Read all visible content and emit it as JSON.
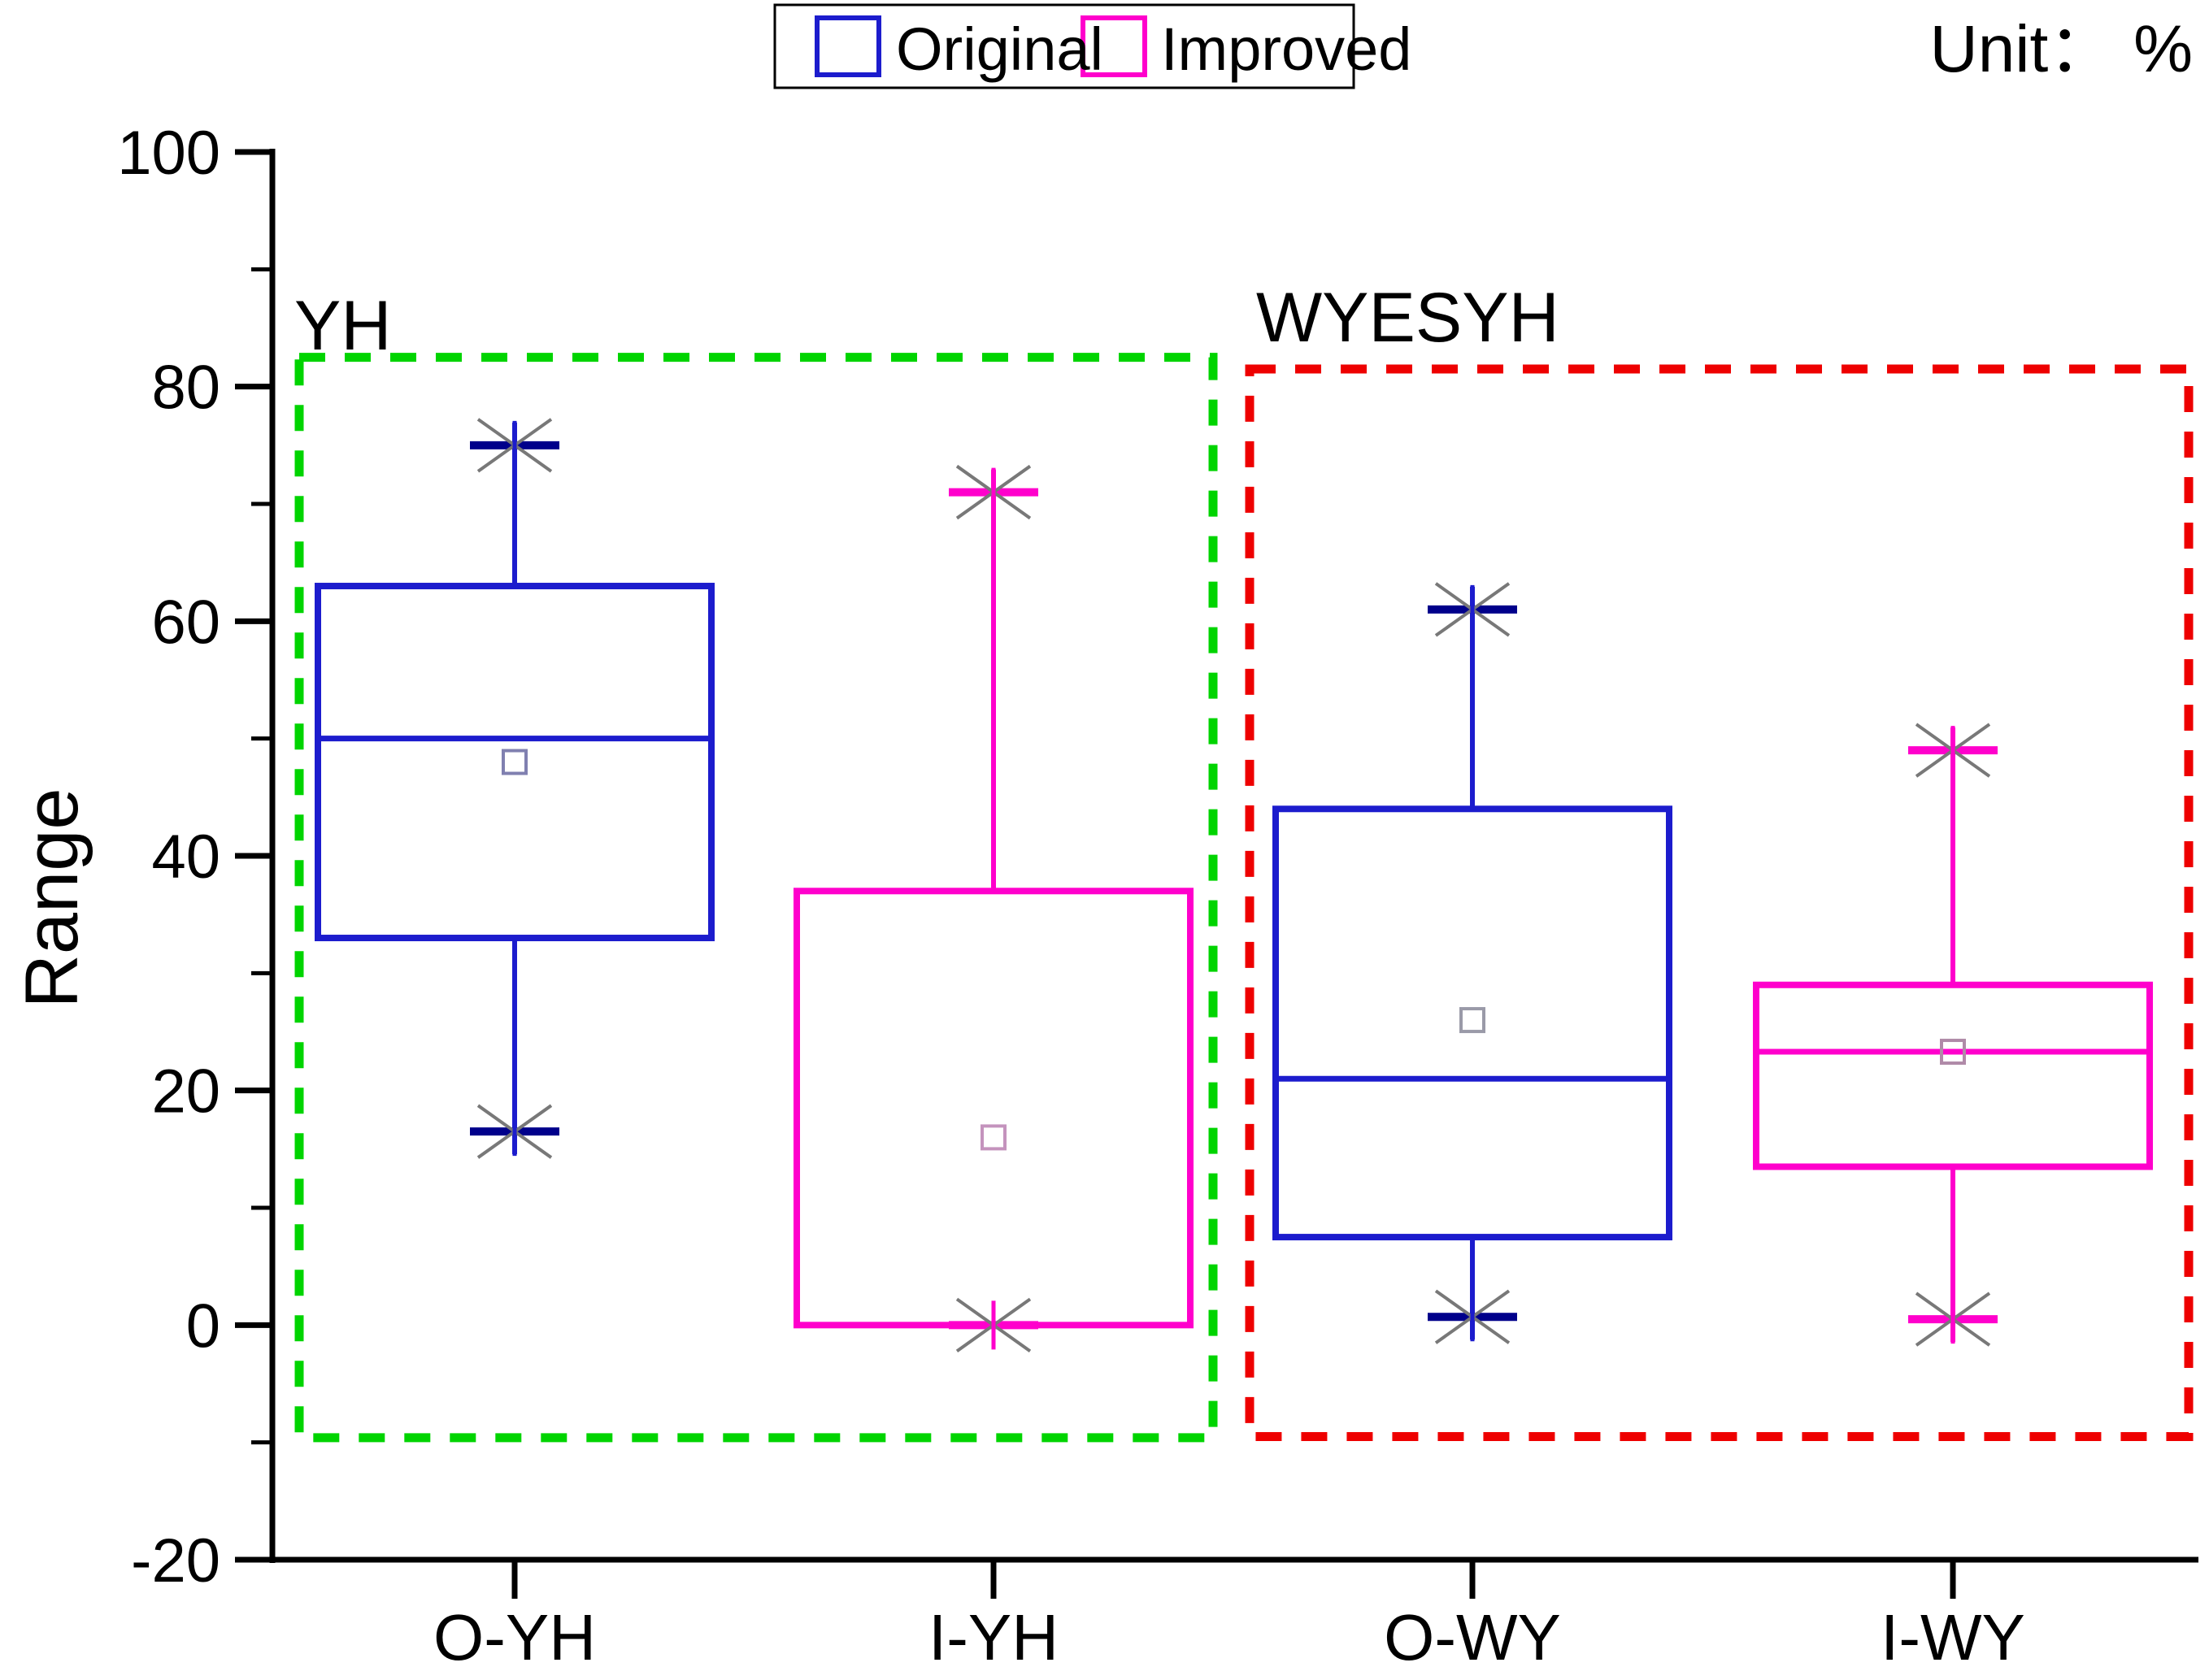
{
  "figure": {
    "unit_label": "Unit： %",
    "ylabel": "Range"
  },
  "chart_data": {
    "type": "boxplot",
    "title": "",
    "ylabel": "Range",
    "unit_label": "Unit： %",
    "ylim": [
      -20,
      100
    ],
    "yticks_major": [
      100,
      80,
      60,
      40,
      20,
      0,
      -20
    ],
    "yticks_minor": [
      90,
      70,
      50,
      30,
      10,
      -10
    ],
    "grid": false,
    "categories": [
      "O-YH",
      "I-YH",
      "O-WY",
      "I-WY"
    ],
    "legend": {
      "position": "top-center",
      "entries": [
        {
          "label": "Original",
          "color": "#1c1ccd"
        },
        {
          "label": "Improved",
          "color": "#ff00cc"
        }
      ]
    },
    "series": [
      {
        "category": "O-YH",
        "legend": "Original",
        "color": "#1c1ccd",
        "cap_color": "#00008b",
        "mean_marker_color": "#8080b0",
        "whisker_high": 75,
        "q3": 63,
        "median": 50,
        "mean": 48,
        "q1": 33,
        "whisker_low": 16.5
      },
      {
        "category": "I-YH",
        "legend": "Improved",
        "color": "#ff00cc",
        "cap_color": "#ff00cc",
        "mean_marker_color": "#c493bd",
        "whisker_high": 71,
        "q3": 37,
        "median": 0,
        "mean": 16,
        "q1": 0,
        "whisker_low": 0
      },
      {
        "category": "O-WY",
        "legend": "Original",
        "color": "#1c1ccd",
        "cap_color": "#00008b",
        "mean_marker_color": "#9a9aa8",
        "whisker_high": 61,
        "q3": 44,
        "median": 21,
        "mean": 26,
        "q1": 7.5,
        "whisker_low": 0.7
      },
      {
        "category": "I-WY",
        "legend": "Improved",
        "color": "#ff00cc",
        "cap_color": "#ff00cc",
        "mean_marker_color": "#b08aa8",
        "whisker_high": 49,
        "q3": 29,
        "median": 23.3,
        "mean": 23.3,
        "q1": 13.5,
        "whisker_low": 0.5
      }
    ],
    "group_annotations": [
      {
        "label": "YH",
        "color": "#00d400",
        "categories": [
          "O-YH",
          "I-YH"
        ],
        "y_top": 82.5,
        "y_bottom": -9.6
      },
      {
        "label": "WYESYH",
        "color": "#ee0000",
        "categories": [
          "O-WY",
          "I-WY"
        ],
        "y_top": 81.5,
        "y_bottom": -9.5
      }
    ]
  }
}
